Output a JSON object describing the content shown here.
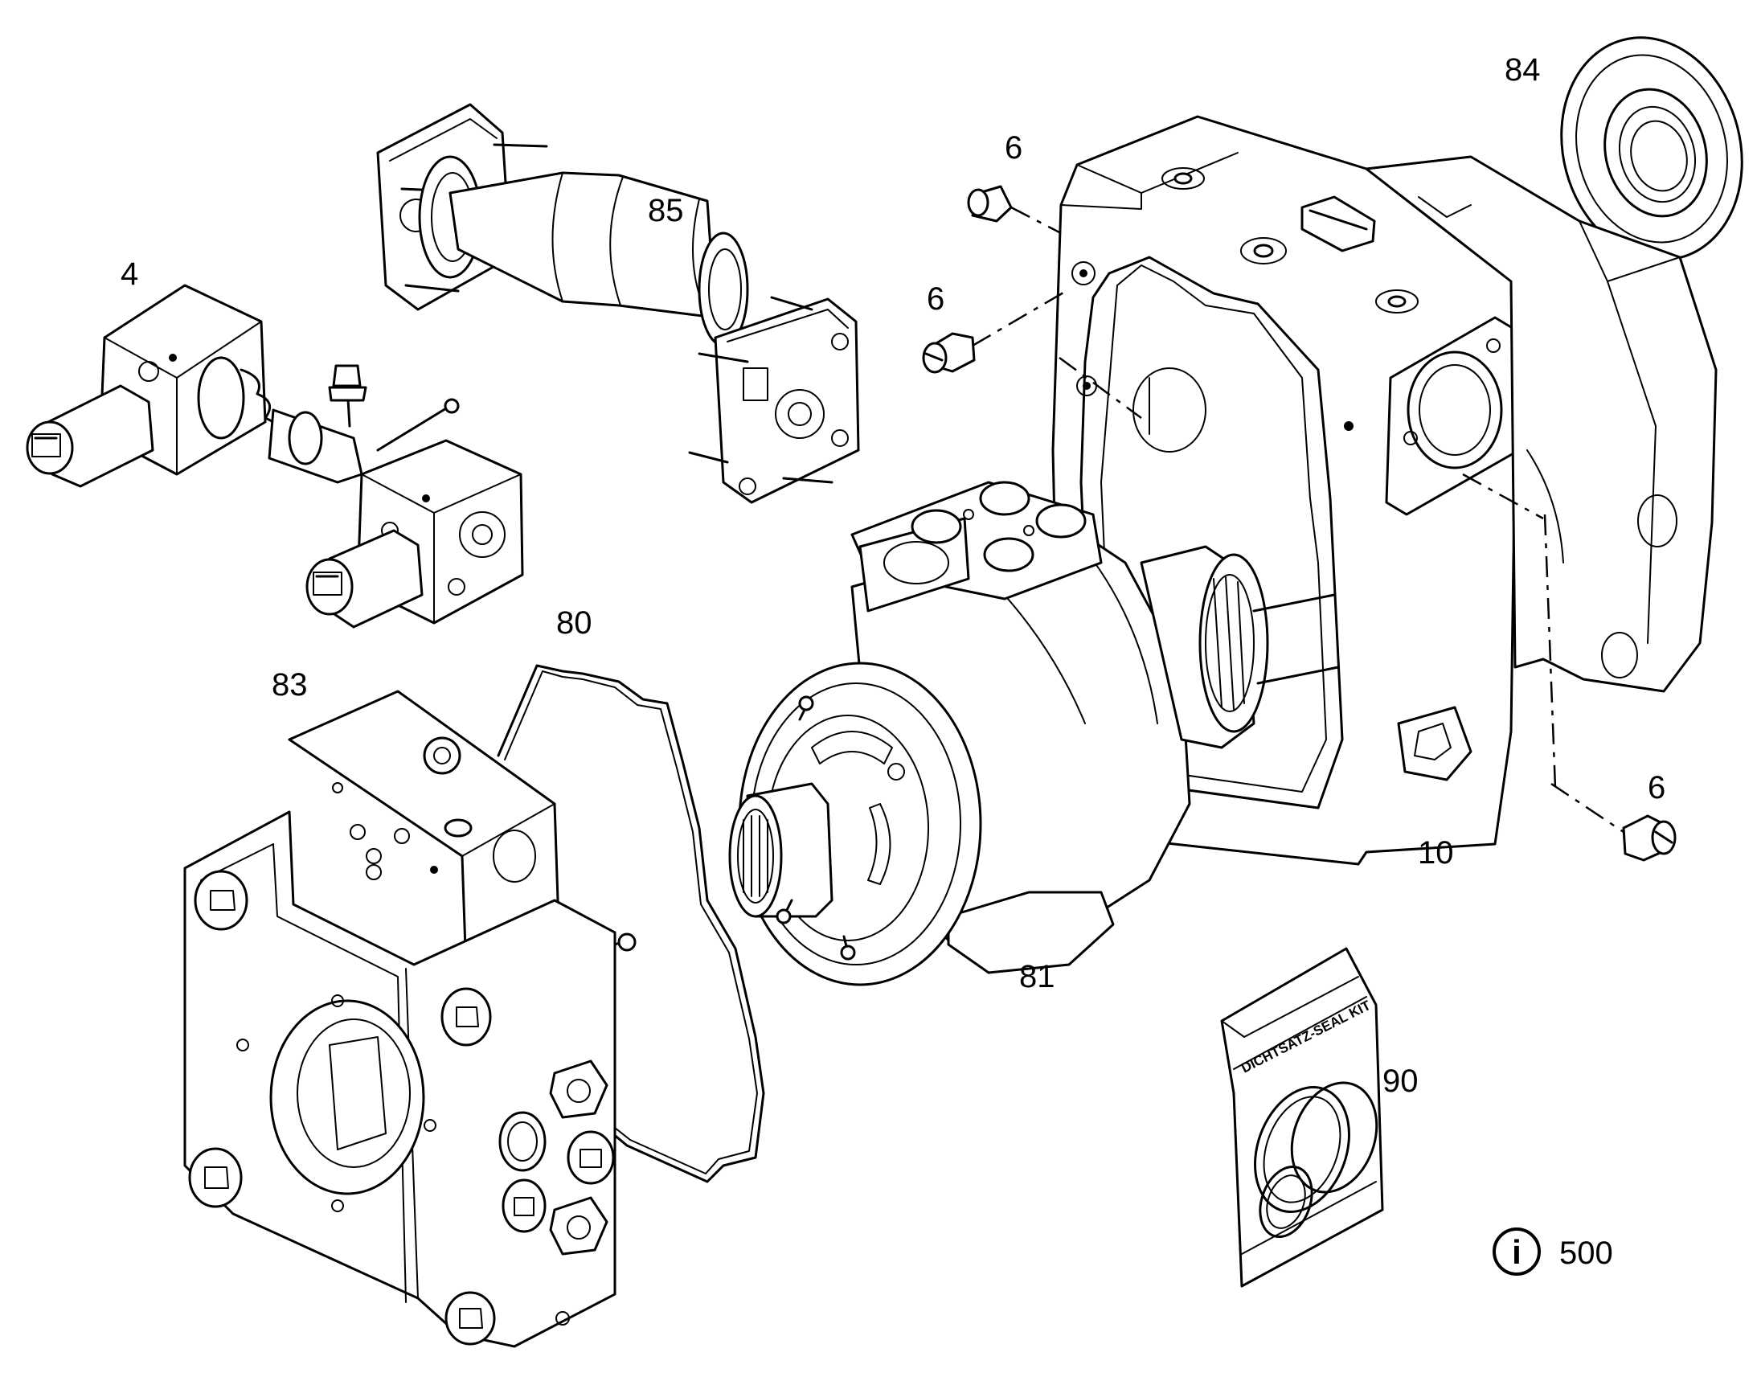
{
  "labels": {
    "p4": "4",
    "p6a": "6",
    "p6b": "6",
    "p6c": "6",
    "p10": "10",
    "p80": "80",
    "p81": "81",
    "p83": "83",
    "p84": "84",
    "p85": "85",
    "p90": "90",
    "p500": "500"
  },
  "seal_kit_text": "DICHTSATZ-SEAL KIT",
  "info_glyph": "i",
  "icons": {
    "info": "info-circle-icon"
  },
  "colors": {
    "line": "#000000",
    "background": "#ffffff"
  }
}
